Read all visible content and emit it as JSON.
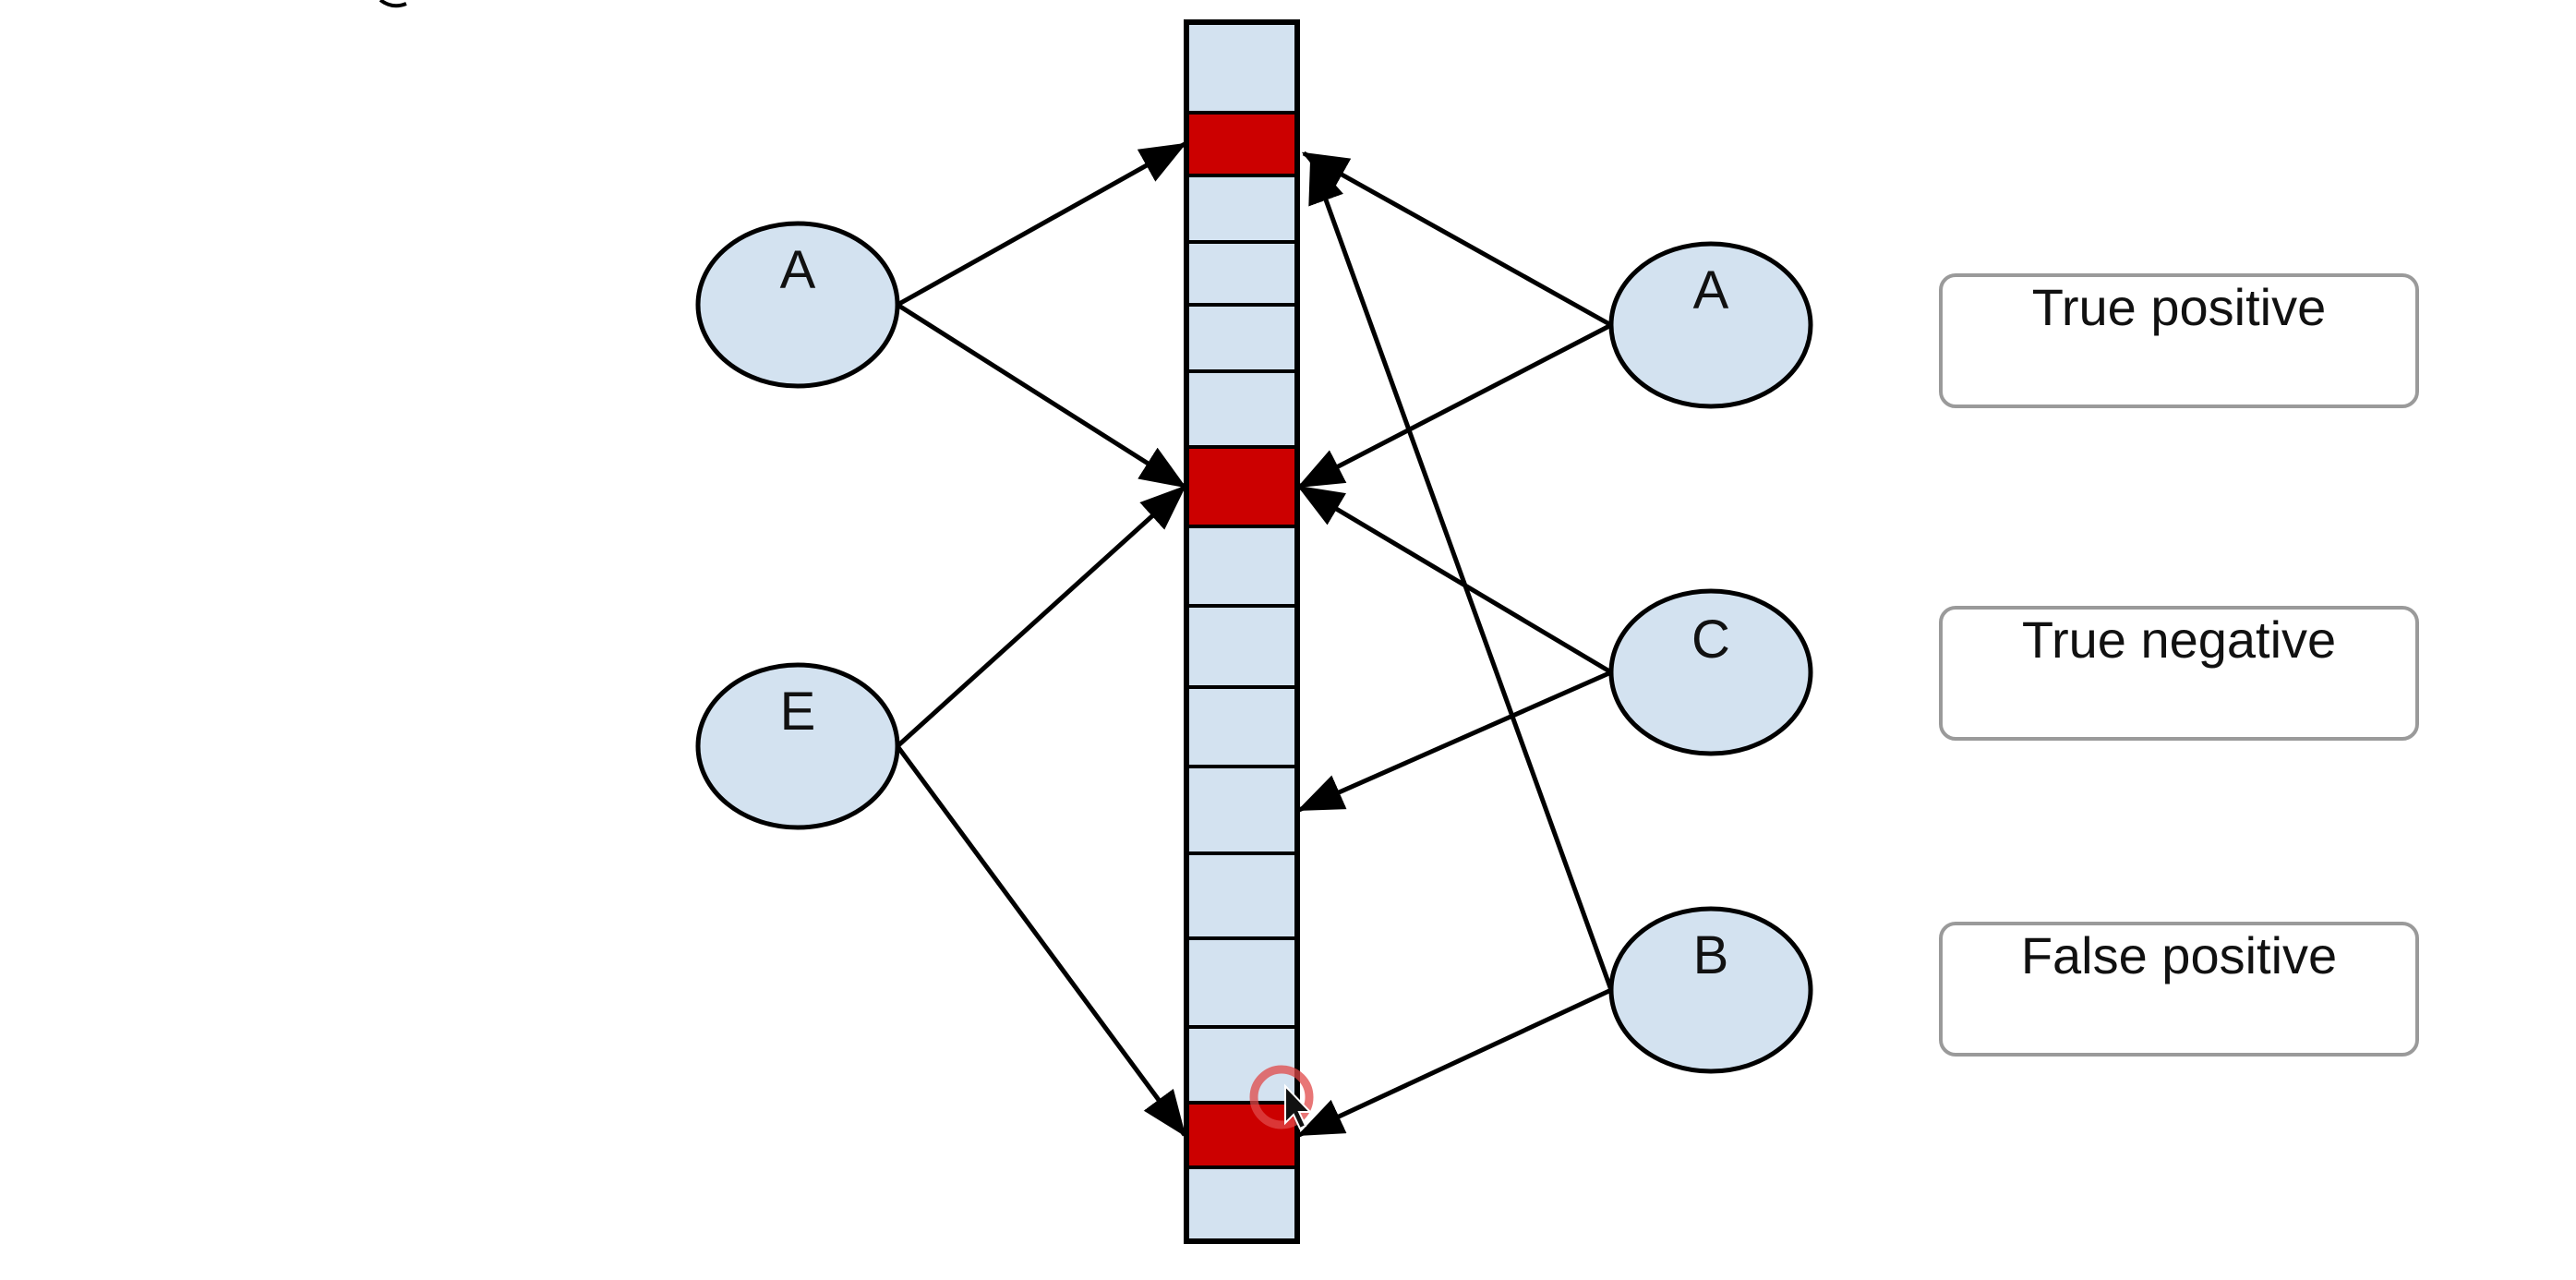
{
  "colors": {
    "node_fill": "#d3e2f0",
    "cell_fill": "#d3e2f0",
    "cell_set_fill": "#cc0000",
    "stroke": "#000000",
    "legend_border": "#9a9a9a",
    "cursor_ring": "#e04848"
  },
  "bit_array": {
    "cell_count": 16,
    "set_cells": [
      1,
      6,
      14
    ]
  },
  "left_nodes": [
    {
      "id": "left-a",
      "label": "A"
    },
    {
      "id": "left-e",
      "label": "E"
    }
  ],
  "right_nodes": [
    {
      "id": "right-a",
      "label": "A"
    },
    {
      "id": "right-c",
      "label": "C"
    },
    {
      "id": "right-b",
      "label": "B"
    }
  ],
  "edges": [
    {
      "from": "left-a",
      "to_cell": 1
    },
    {
      "from": "left-a",
      "to_cell": 6
    },
    {
      "from": "left-e",
      "to_cell": 6
    },
    {
      "from": "left-e",
      "to_cell": 14
    },
    {
      "from": "right-a",
      "to_cell": 1
    },
    {
      "from": "right-a",
      "to_cell": 6
    },
    {
      "from": "right-c",
      "to_cell": 6
    },
    {
      "from": "right-c",
      "to_cell": 10
    },
    {
      "from": "right-b",
      "to_cell": 1
    },
    {
      "from": "right-b",
      "to_cell": 14
    }
  ],
  "legend": [
    {
      "label": "True positive"
    },
    {
      "label": "True negative"
    },
    {
      "label": "False positive"
    }
  ]
}
